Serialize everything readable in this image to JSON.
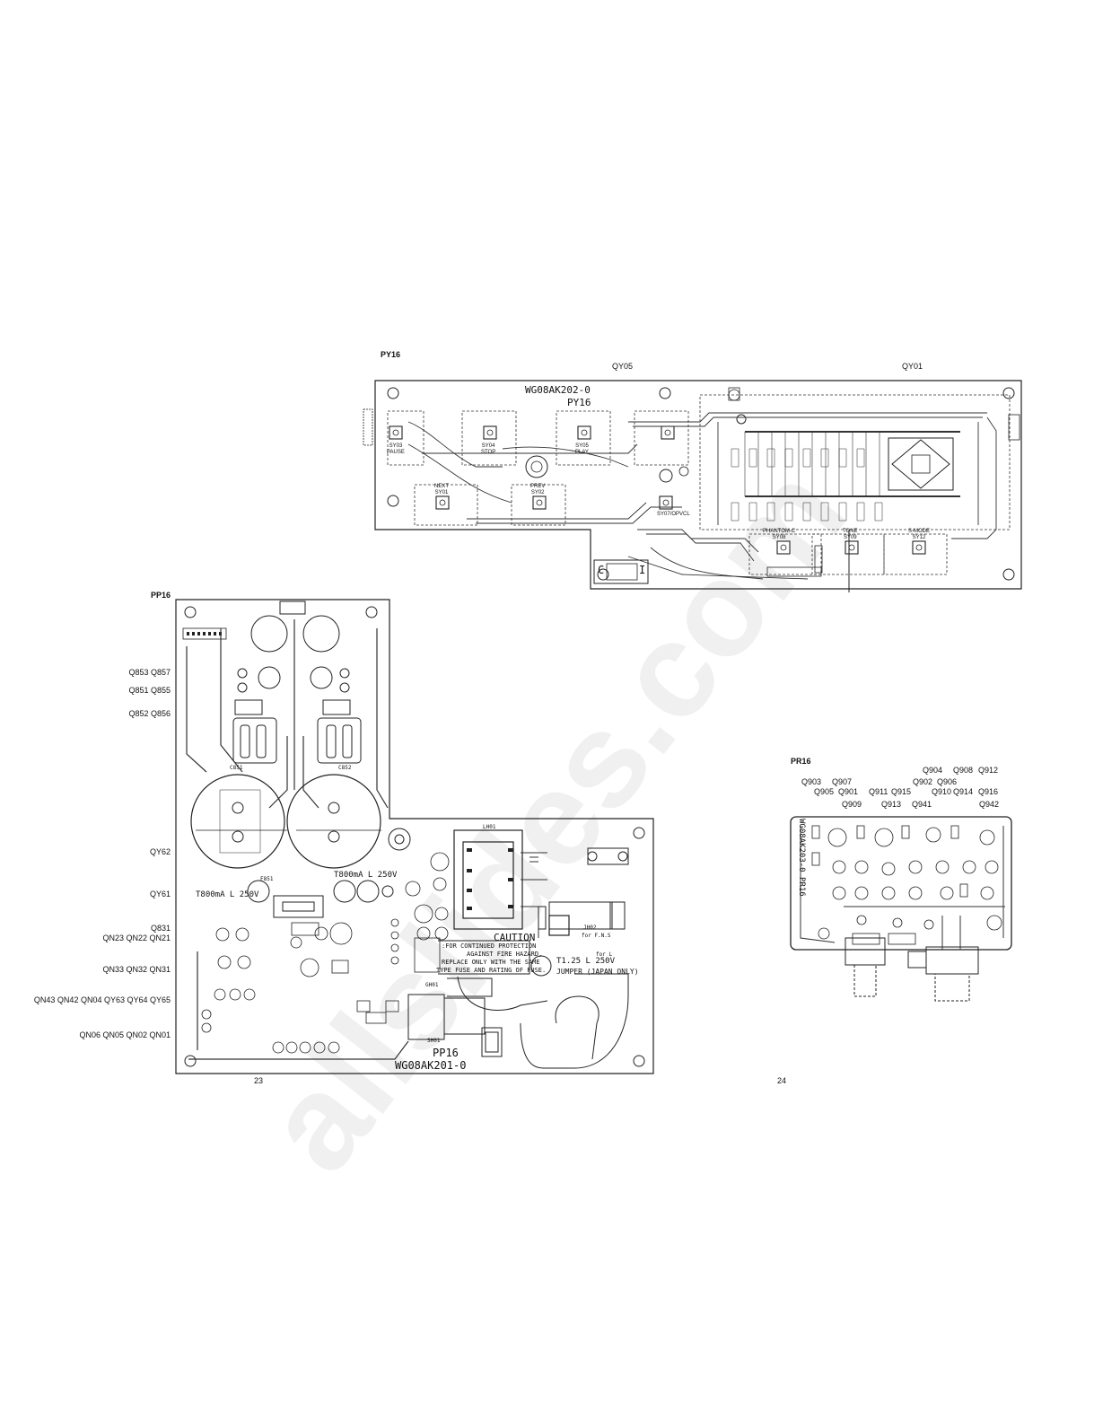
{
  "watermark": "allslides.com",
  "py16": {
    "title": "PY16",
    "part_no": "WG08AK202-0",
    "silk_name": "PY16",
    "callouts": [
      "QY05",
      "QY01"
    ],
    "switches": [
      {
        "ref": "SY03",
        "name": "PAUSE"
      },
      {
        "ref": "SY04",
        "name": "STOP"
      },
      {
        "ref": "SY05",
        "name": "PLAY"
      },
      {
        "ref": "SY01",
        "name": "NEXT"
      },
      {
        "ref": "SY02",
        "name": "PREV"
      },
      {
        "ref": "SY07",
        "name": "OPVCL"
      },
      {
        "ref": "SY08",
        "name": "PHANTOM-C"
      },
      {
        "ref": "SY09",
        "name": "TONE"
      },
      {
        "ref": "SY12",
        "name": "S-MODE"
      }
    ],
    "connectors": [
      "C",
      "I"
    ]
  },
  "pp16": {
    "title": "PP16",
    "part_no": "WG08AK201-0",
    "silk_name": "PP16",
    "callouts_left": [
      "Q853 Q857",
      "Q851 Q855",
      "Q852 Q856",
      "QY62",
      "QY61",
      "Q831",
      "QN23 QN22 QN21",
      "QN33 QN32 QN31",
      "QN43 QN42 QN04 QY63 QY64 QY65",
      "QN06 QN05 QN02 QN01"
    ],
    "fuse_ratings": [
      "T800mA L 250V",
      "T800mA L 250V"
    ],
    "caution_title": "CAUTION",
    "caution_lines": [
      ":FOR CONTINUED PROTECTION",
      "AGAINST FIRE HAZARD,",
      "REPLACE ONLY WITH THE SAME",
      "TYPE FUSE AND RATING OF FUSE."
    ],
    "main_fuse": "T1.25 L 250V",
    "jumper_note": "JUMPER (JAPAN ONLY)",
    "transformer_ref": "LH01",
    "connector_refs": [
      "GH01",
      "SH01"
    ],
    "labels": [
      "C851",
      "C852",
      "F851",
      "JH02",
      "for F.N.S",
      "for L"
    ],
    "page_number": "23"
  },
  "pr16": {
    "title": "PR16",
    "part_no": "WG08AK203-0",
    "silk_name": "PR16",
    "callouts": [
      "Q904",
      "Q908",
      "Q912",
      "Q903",
      "Q907",
      "Q902",
      "Q906",
      "Q905",
      "Q901",
      "Q911",
      "Q915",
      "Q910",
      "Q914",
      "Q916",
      "Q909",
      "Q913",
      "Q941",
      "Q942"
    ],
    "page_number": "24"
  }
}
